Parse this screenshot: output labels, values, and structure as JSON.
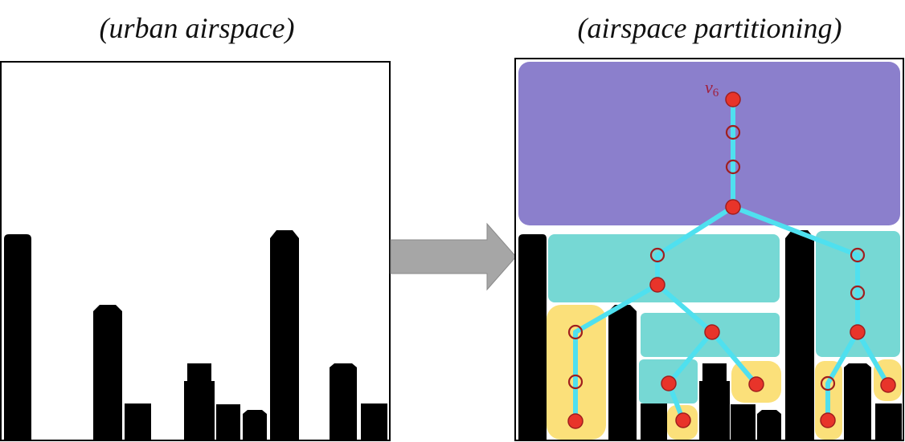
{
  "captions": {
    "left": "(urban airspace)",
    "right": "(airspace partitioning)"
  },
  "node_label": {
    "base": "v",
    "sub": "6"
  },
  "colors": {
    "building": "#000000",
    "root_region": "#8b7fcc",
    "mid_region": "#76d8d4",
    "leaf_region": "#fbe07a",
    "edge": "#4fe0ef",
    "node_fill": "#e8342a",
    "node_stroke": "#a01e1e",
    "label": "#a11e3b",
    "arrow": "#a6a6a6"
  }
}
